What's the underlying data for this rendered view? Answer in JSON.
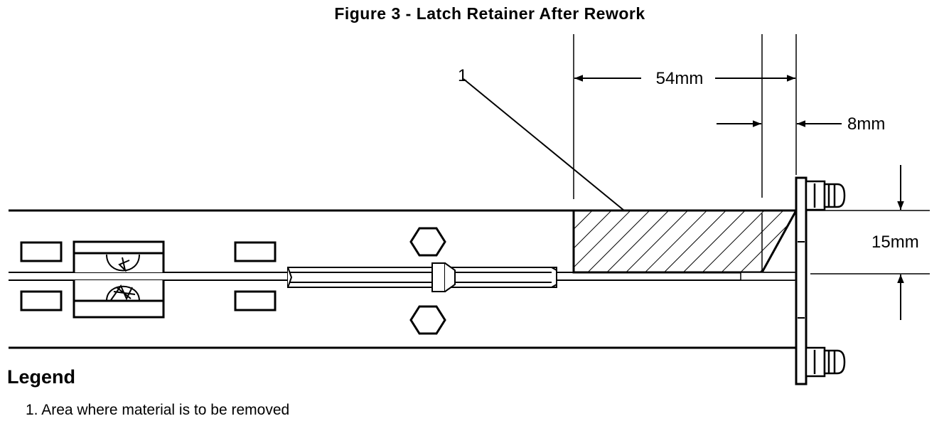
{
  "figure": {
    "title": "Figure 3 - Latch Retainer After Rework"
  },
  "callouts": {
    "item_number": "1"
  },
  "dimensions": {
    "overall_length": "54mm",
    "chamfer_length": "8mm",
    "height": "15mm"
  },
  "legend": {
    "heading": "Legend",
    "items": [
      {
        "text": "1. Area where material is to be removed"
      }
    ]
  }
}
